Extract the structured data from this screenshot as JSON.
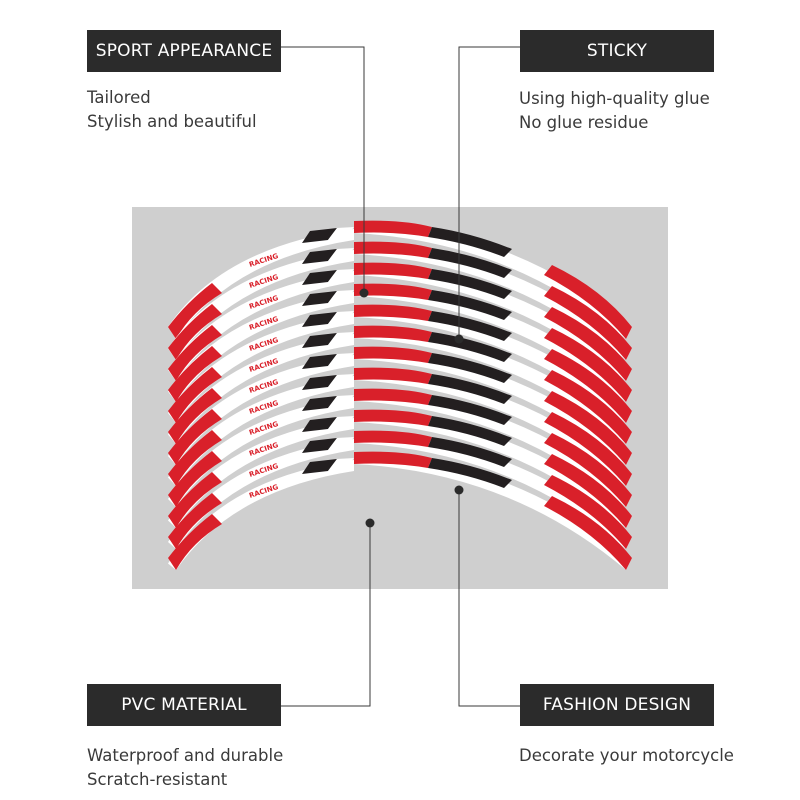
{
  "features": {
    "sport": {
      "title": "SPORT APPEARANCE",
      "lines": [
        "Tailored",
        "Stylish and beautiful"
      ]
    },
    "sticky": {
      "title": "STICKY",
      "lines": [
        "Using high-quality glue",
        "No glue residue"
      ]
    },
    "pvc": {
      "title": "PVC MATERIAL",
      "lines": [
        "Waterproof and durable",
        "Scratch-resistant"
      ]
    },
    "fashion": {
      "title": "FASHION DESIGN",
      "lines": [
        "Decorate your motorcycle"
      ]
    }
  },
  "product": {
    "sticker_text": "RACING",
    "colors": {
      "red": "#d9202a",
      "black": "#231f20",
      "white": "#ffffff",
      "panel": "#cfcfcf"
    }
  }
}
